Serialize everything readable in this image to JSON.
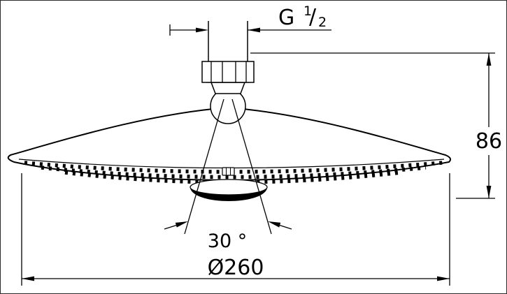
{
  "colors": {
    "ink": "#000000",
    "background": "#ffffff"
  },
  "dimensions": {
    "thread_prefix": "G",
    "thread_numerator": "1",
    "thread_slash": "/",
    "thread_denominator": "2",
    "height_mm": "86",
    "spray_angle": "30 °",
    "diameter": "Ø260"
  }
}
